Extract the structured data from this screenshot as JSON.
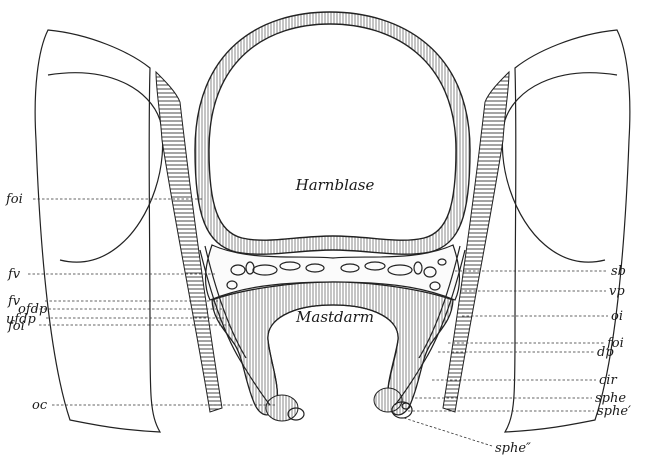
{
  "labels": {
    "harnblase": "Harnblase",
    "mastdarm": "Mastdarm",
    "left": {
      "foi_top": "foi",
      "fv_top": "fv",
      "fv": "fv",
      "ofdp": "ofdp",
      "ufdp": "ufdp",
      "foi_bottom": "foi",
      "oc": "oc"
    },
    "right": {
      "sb": "sb",
      "vp": "vp",
      "oi": "oi",
      "foi": "foi",
      "dp": "dp",
      "cir": "cir",
      "sphe": "sphe",
      "sphe_prime": "sphe′",
      "sphe_double": "sphe″"
    }
  }
}
